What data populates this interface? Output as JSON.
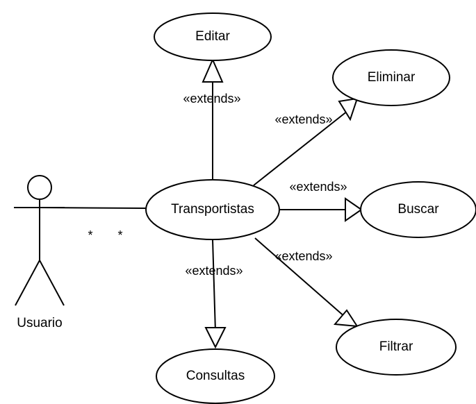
{
  "actor": {
    "name": "Usuario"
  },
  "association": {
    "multiplicity_left": "*",
    "multiplicity_right": "*"
  },
  "use_cases": {
    "main": "Transportistas",
    "editar": "Editar",
    "eliminar": "Eliminar",
    "buscar": "Buscar",
    "filtrar": "Filtrar",
    "consultas": "Consultas"
  },
  "relations": {
    "editar": "«extends»",
    "eliminar": "«extends»",
    "buscar": "«extends»",
    "filtrar": "«extends»",
    "consultas": "«extends»"
  }
}
